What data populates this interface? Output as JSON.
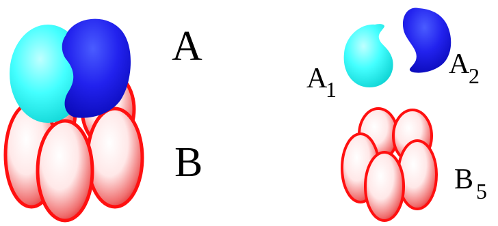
{
  "labels": {
    "a": "A",
    "b": "B",
    "a1_main": "A",
    "a1_sub": "1",
    "a2_main": "A",
    "a2_sub": "2",
    "b5_main": "B",
    "b5_sub": "5"
  },
  "colors": {
    "b_subunit_edge": "#ff1010",
    "b_subunit_fill_center": "#ffffff",
    "b_subunit_fill_edge": "#e02020",
    "a1_color": "#33ffff",
    "a2_color": "#1a1aee"
  }
}
